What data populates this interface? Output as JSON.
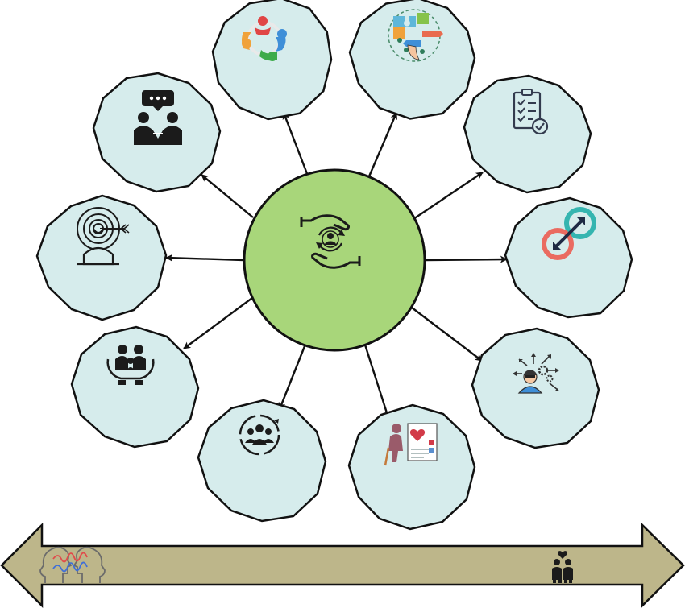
{
  "diagram": {
    "hub": {
      "id": "hub",
      "icon": "caring-hands-person-icon",
      "fill": "#a8d67a"
    },
    "nodes": [
      {
        "id": "n-team",
        "icon": "team-circle-icon"
      },
      {
        "id": "n-puzzle",
        "icon": "puzzle-strategy-icon"
      },
      {
        "id": "n-checklist",
        "icon": "checklist-icon"
      },
      {
        "id": "n-link",
        "icon": "interconnection-rings-icon"
      },
      {
        "id": "n-settings",
        "icon": "person-gears-icon"
      },
      {
        "id": "n-health",
        "icon": "elderly-health-record-icon"
      },
      {
        "id": "n-community",
        "icon": "community-group-icon"
      },
      {
        "id": "n-family",
        "icon": "family-care-hands-icon"
      },
      {
        "id": "n-target",
        "icon": "person-target-icon"
      },
      {
        "id": "n-conversation",
        "icon": "conversation-people-icon"
      }
    ],
    "edges": [
      {
        "from": "hub",
        "to": "n-team"
      },
      {
        "from": "hub",
        "to": "n-puzzle"
      },
      {
        "from": "hub",
        "to": "n-checklist"
      },
      {
        "from": "hub",
        "to": "n-link"
      },
      {
        "from": "hub",
        "to": "n-settings"
      },
      {
        "from": "hub",
        "to": "n-health"
      },
      {
        "from": "hub",
        "to": "n-community"
      },
      {
        "from": "hub",
        "to": "n-family"
      },
      {
        "from": "hub",
        "to": "n-target"
      },
      {
        "from": "hub",
        "to": "n-conversation"
      }
    ],
    "node_fill": "#d6ecec",
    "timeline": {
      "fill": "#bdb68a",
      "left_icon": "brain-profiles-icon",
      "right_icon": "couple-heart-icon"
    }
  }
}
